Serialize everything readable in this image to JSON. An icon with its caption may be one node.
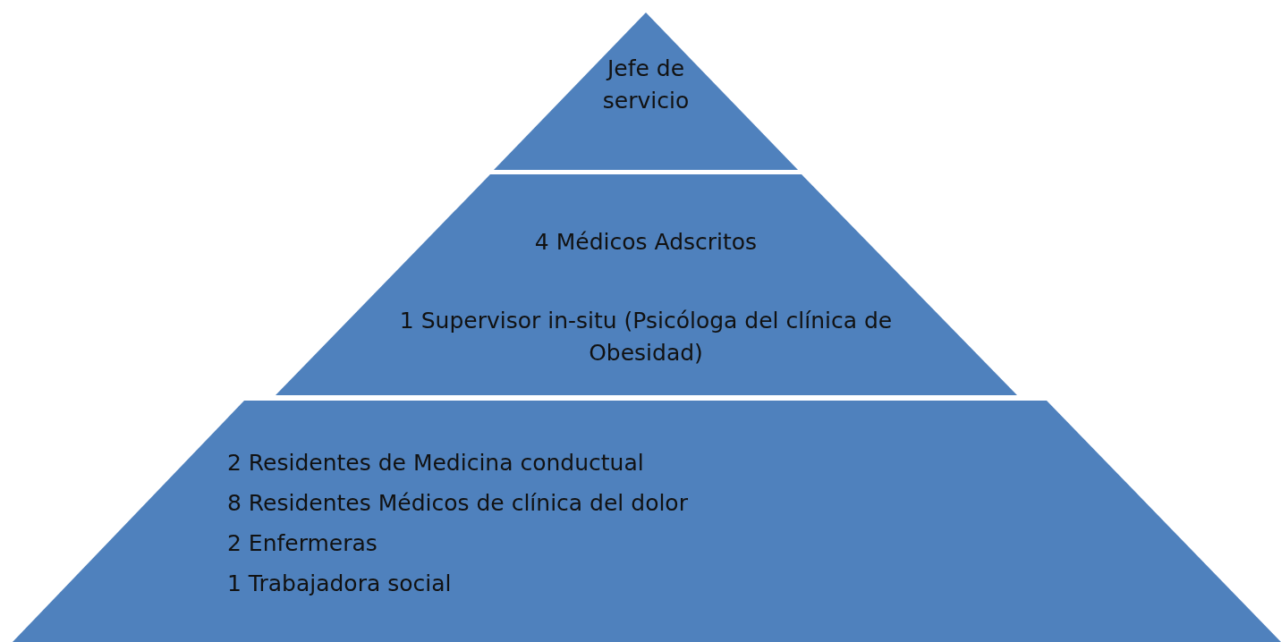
{
  "diagram": {
    "nodes": [
      {
        "text": [
          "Jefe de servicio"
        ]
      },
      {
        "text": [
          "4 Médicos Adscritos",
          "1 Supervisor in-situ (Psicóloga del clínica de Obesidad)"
        ]
      },
      {
        "text": [
          "2 Residentes de Medicina conductual",
          "8 Residentes Médicos de clínica del dolor",
          "2 Enfermeras",
          "1 Trabajadora social"
        ]
      }
    ]
  }
}
